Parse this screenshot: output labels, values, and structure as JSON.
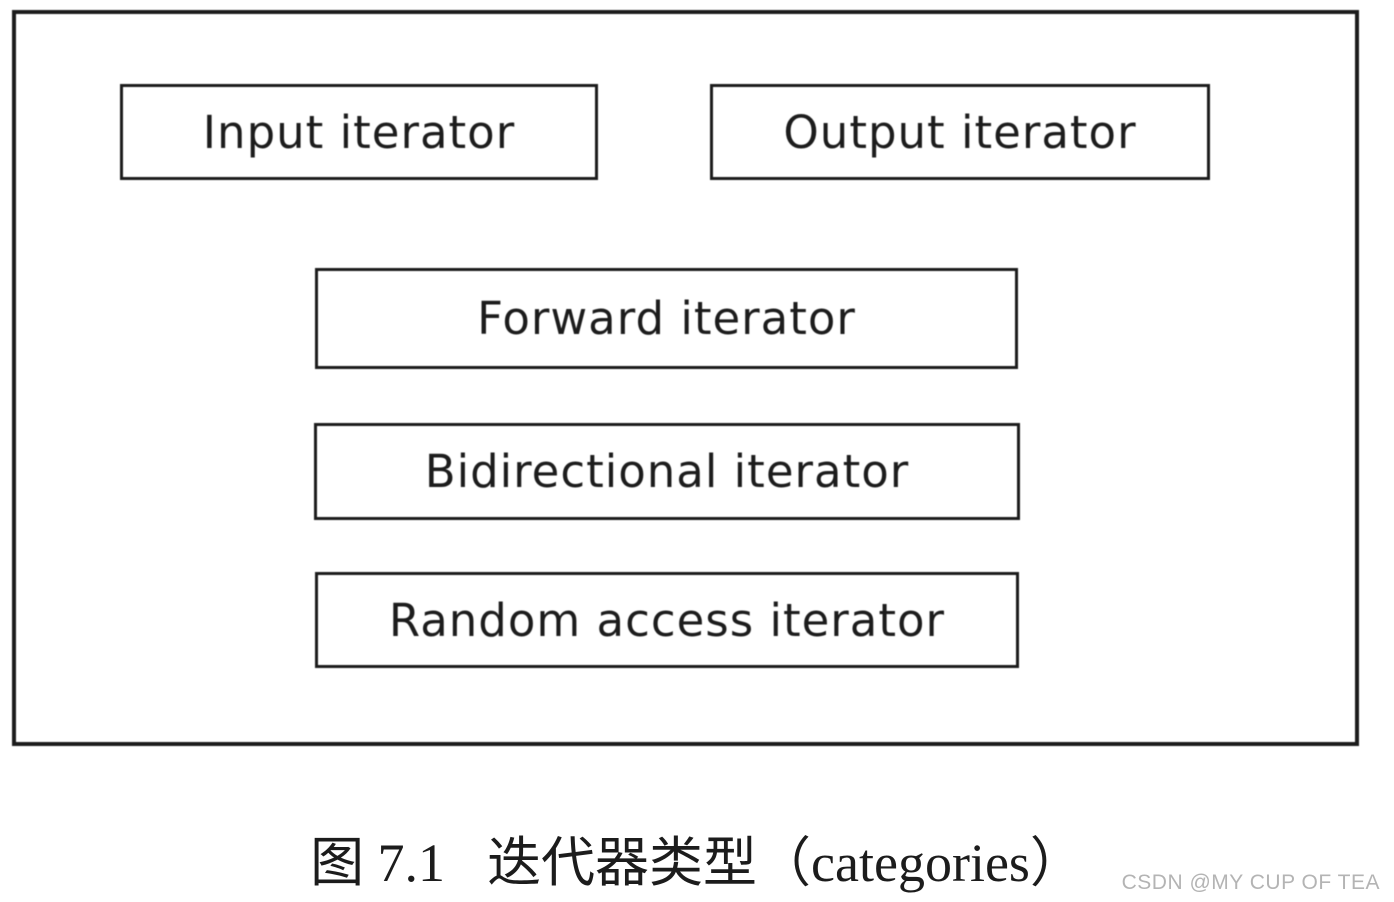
{
  "figure": {
    "boxes": [
      {
        "label": "Input iterator"
      },
      {
        "label": "Output iterator"
      },
      {
        "label": "Forward iterator"
      },
      {
        "label": "Bidirectional iterator"
      },
      {
        "label": "Random access iterator"
      }
    ],
    "caption": {
      "number": "图 7.1",
      "title": "迭代器类型（categories）"
    }
  },
  "watermark": {
    "text": "CSDN @MY CUP OF TEA"
  },
  "colors": {
    "ink": "#1c1c1c",
    "paper": "#ffffff",
    "watermark_gray": "#b4b4b4"
  }
}
